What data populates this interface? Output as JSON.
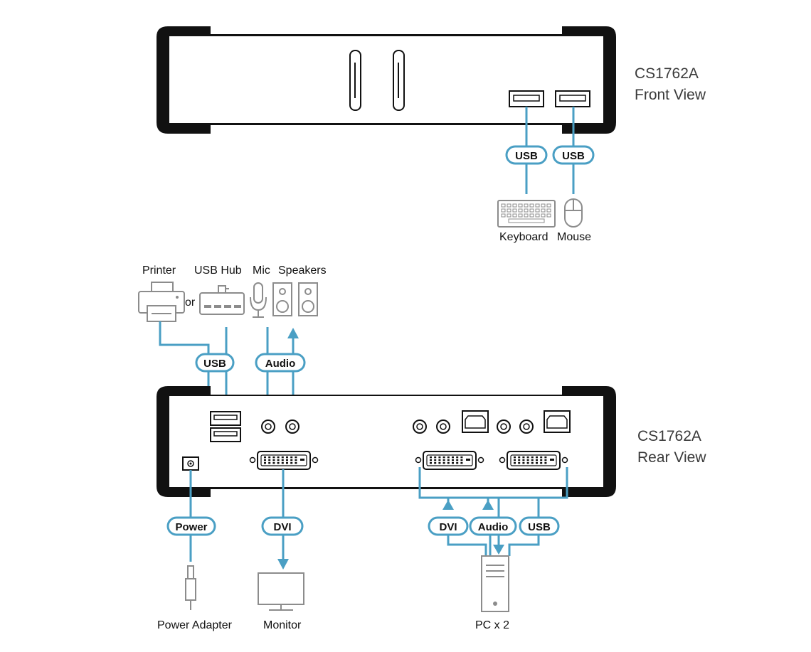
{
  "front": {
    "model": "CS1762A",
    "view": "Front View",
    "usb_left": "USB",
    "usb_right": "USB",
    "keyboard": "Keyboard",
    "mouse": "Mouse"
  },
  "rear": {
    "model": "CS1762A",
    "view": "Rear View",
    "printer": "Printer",
    "or": "or",
    "usb_hub": "USB Hub",
    "mic": "Mic",
    "speakers": "Speakers",
    "usb_peripheral": "USB",
    "audio_peripheral": "Audio",
    "power": "Power",
    "dvi_console": "DVI",
    "dvi_pc": "DVI",
    "audio_pc": "Audio",
    "usb_pc": "USB",
    "power_adapter": "Power Adapter",
    "monitor": "Monitor",
    "pc": "PC x 2"
  },
  "colors": {
    "cable": "#4a9fc4",
    "device": "#111111",
    "peripheral": "#8c8c8c"
  }
}
